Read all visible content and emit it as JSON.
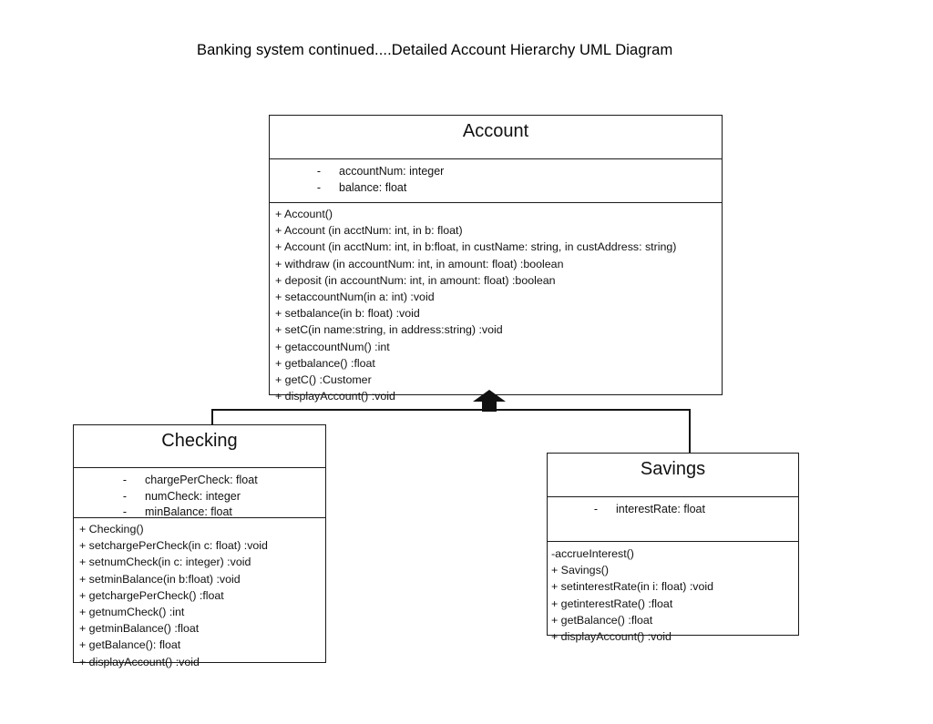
{
  "title": "Banking system continued....Detailed Account Hierarchy UML Diagram",
  "classes": {
    "account": {
      "name": "Account",
      "attributes": [
        {
          "visibility": "-",
          "text": "accountNum: integer"
        },
        {
          "visibility": "-",
          "text": "balance: float"
        }
      ],
      "operations": [
        "+ Account()",
        "+ Account (in acctNum: int, in b: float)",
        "+ Account (in acctNum: int, in b:float, in custName: string, in custAddress: string)",
        "+ withdraw (in accountNum: int, in amount: float) :boolean",
        "+ deposit (in accountNum: int, in amount: float) :boolean",
        "+ setaccountNum(in a: int) :void",
        "+ setbalance(in b: float) :void",
        "+ setC(in name:string, in address:string) :void",
        "+ getaccountNum() :int",
        "+ getbalance() :float",
        "+ getC() :Customer",
        "+ displayAccount() :void"
      ]
    },
    "checking": {
      "name": "Checking",
      "attributes": [
        {
          "visibility": "-",
          "text": "chargePerCheck: float"
        },
        {
          "visibility": "-",
          "text": "numCheck: integer"
        },
        {
          "visibility": "-",
          "text": "minBalance: float"
        }
      ],
      "operations": [
        "+ Checking()",
        "+ setchargePerCheck(in c: float) :void",
        "+ setnumCheck(in c: integer) :void",
        "+ setminBalance(in b:float) :void",
        "+ getchargePerCheck() :float",
        "+ getnumCheck() :int",
        "+ getminBalance() :float",
        "+ getBalance(): float",
        "+ displayAccount() :void"
      ]
    },
    "savings": {
      "name": "Savings",
      "attributes": [
        {
          "visibility": "-",
          "text": "interestRate: float"
        }
      ],
      "operations": [
        "-accrueInterest()",
        "+ Savings()",
        "+ setinterestRate(in i: float) :void",
        "+ getinterestRate() :float",
        "+ getBalance() :float",
        "+ displayAccount() :void"
      ]
    }
  },
  "relationships": [
    {
      "type": "generalization",
      "from": "Checking",
      "to": "Account"
    },
    {
      "type": "generalization",
      "from": "Savings",
      "to": "Account"
    }
  ],
  "colors": {
    "background": "#ffffff",
    "stroke": "#1a1a1a",
    "text": "#111111"
  }
}
